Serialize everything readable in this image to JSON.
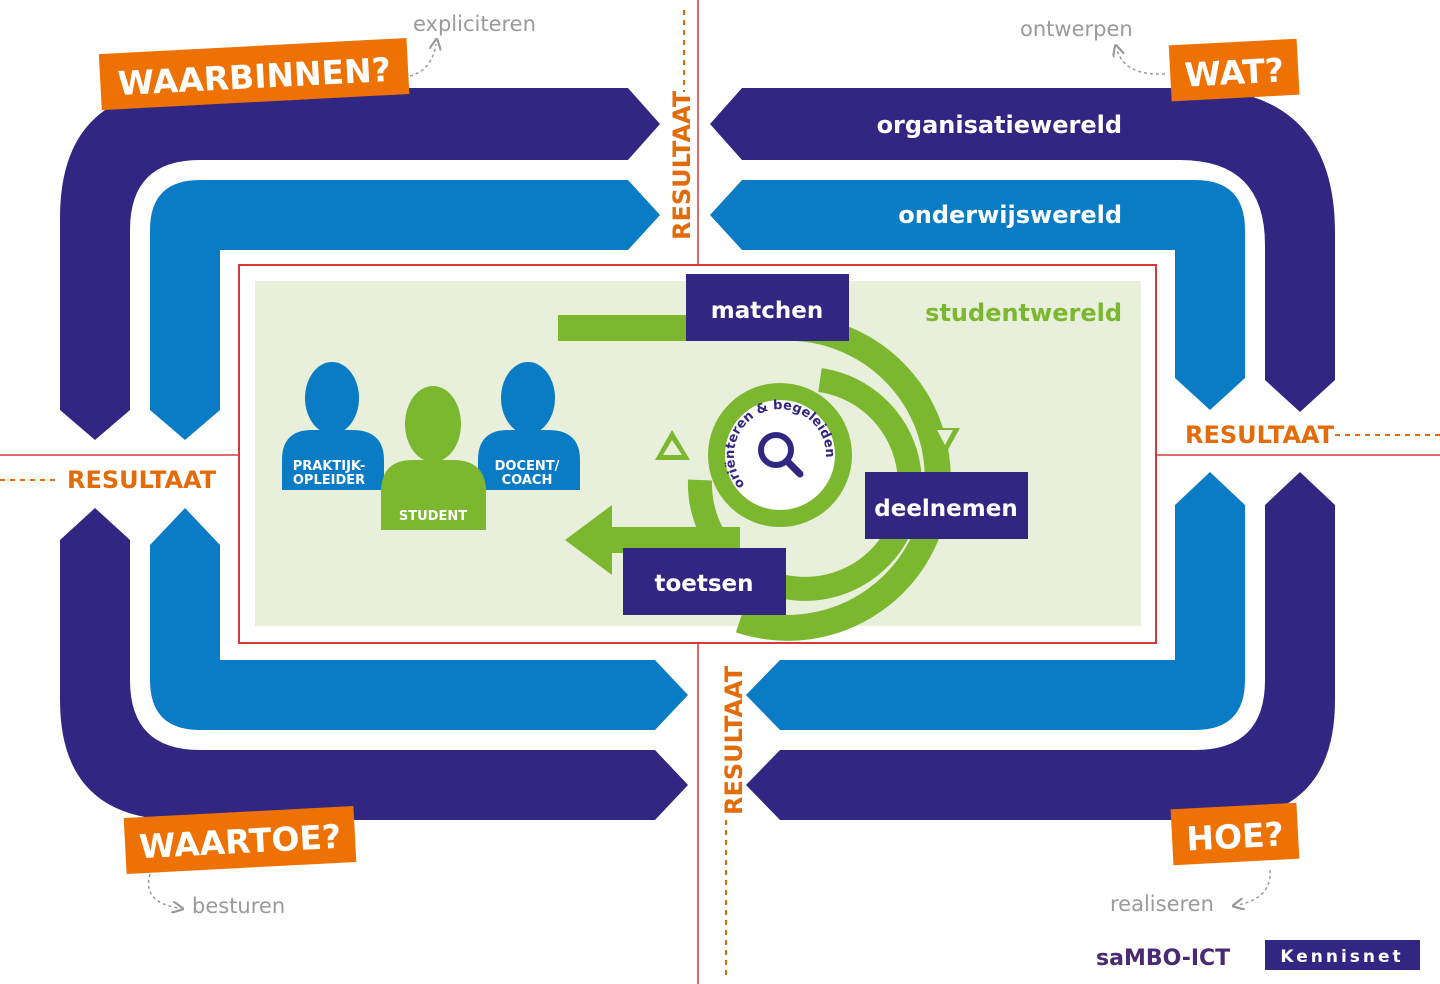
{
  "colors": {
    "navy": "#312783",
    "blue": "#0a7cc5",
    "orange": "#ee7203",
    "green": "#7cb82f",
    "light_green_bg": "#e8f0dc",
    "red_frame": "#d63a3a",
    "result_orange": "#e36c0a",
    "hint_gray": "#9a9a9a",
    "logo_purple": "#4b2a74"
  },
  "quadrants": {
    "top_left": {
      "question": "WAARBINNEN?",
      "hint": "expliciteren"
    },
    "top_right": {
      "question": "WAT?",
      "hint": "ontwerpen"
    },
    "bottom_left": {
      "question": "WAARTOE?",
      "hint": "besturen"
    },
    "bottom_right": {
      "question": "HOE?",
      "hint": "realiseren"
    }
  },
  "result_labels": {
    "top": "RESULTAAT",
    "bottom": "RESULTAAT",
    "left": "RESULTAAT",
    "right": "RESULTAAT"
  },
  "worlds": {
    "organisation": "organisatiewereld",
    "education": "onderwijswereld",
    "student": "studentwereld"
  },
  "process_steps": {
    "matchen": "matchen",
    "deelnemen": "deelnemen",
    "toetsen": "toetsen",
    "center": "oriënteren & begeleiden"
  },
  "people": {
    "practice_trainer_line1": "PRAKTIJK-",
    "practice_trainer_line2": "OPLEIDER",
    "student": "STUDENT",
    "teacher_line1": "DOCENT/",
    "teacher_line2": "COACH"
  },
  "logos": {
    "sambo": "saMBO-ICT",
    "kennisnet": "Kennisnet"
  },
  "icons": [
    "search-icon",
    "person-icon"
  ]
}
